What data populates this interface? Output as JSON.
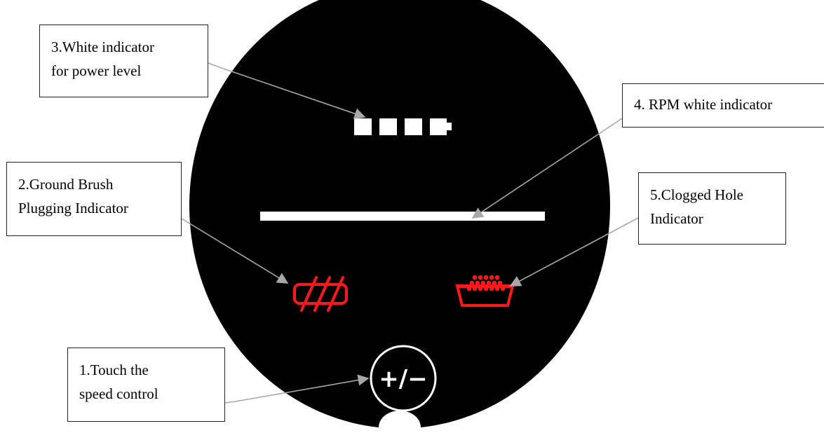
{
  "callouts": {
    "touch_speed_control": {
      "line1": "1.Touch the",
      "line2": "speed control"
    },
    "ground_brush_plugging": {
      "line1": "2.Ground Brush",
      "line2": "Plugging Indicator"
    },
    "power_level": {
      "line1": "3.White indicator",
      "line2": "for power level"
    },
    "rpm_indicator": {
      "line1": "4. RPM white indicator"
    },
    "clogged_hole": {
      "line1": "5.Clogged Hole",
      "line2": "Indicator"
    }
  },
  "control": {
    "symbol": "+/−"
  },
  "power_level": {
    "segments_lit": 4,
    "segments_total": 4
  },
  "rpm_level": 1.0,
  "colors": {
    "panel": "#000000",
    "indicator_white": "#ffffff",
    "indicator_red": "#ff1a1a",
    "leader_line": "#a8a8a8",
    "box_border": "#222222"
  }
}
